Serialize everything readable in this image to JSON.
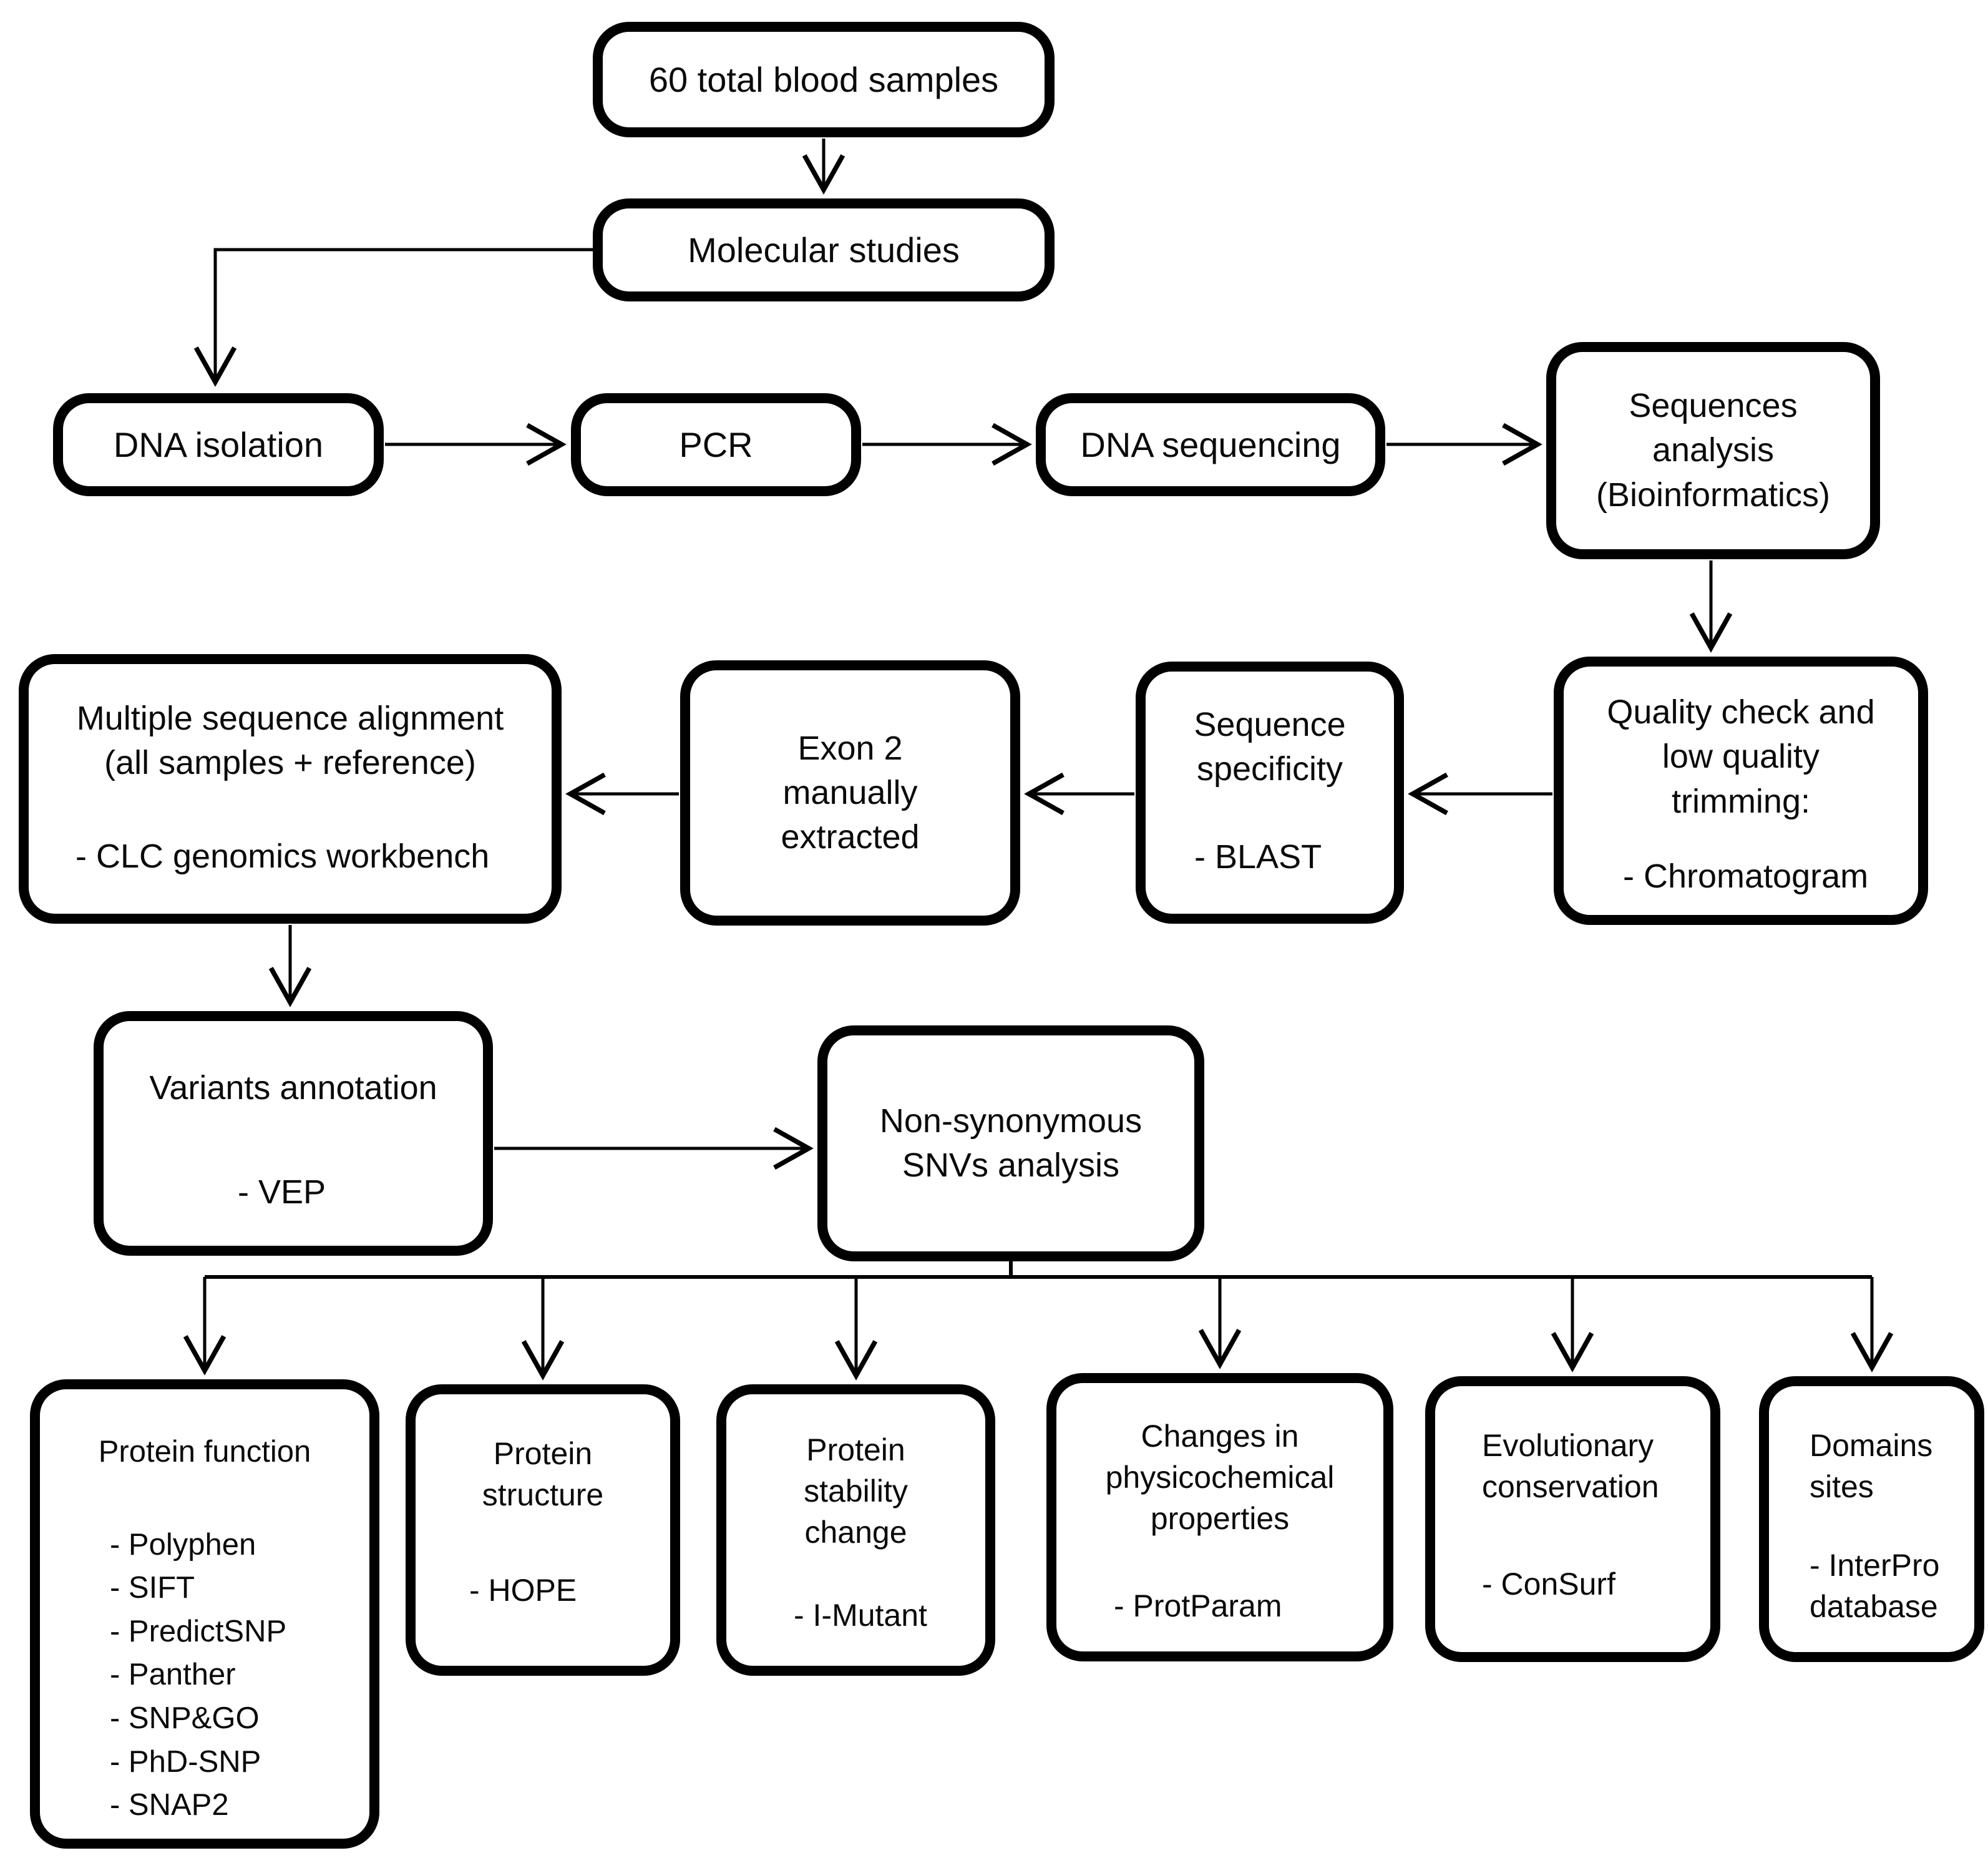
{
  "nodes": {
    "samples": {
      "title": [
        "60 total blood samples"
      ]
    },
    "molecular": {
      "title": [
        "Molecular studies"
      ]
    },
    "dna_isolation": {
      "title": [
        "DNA isolation"
      ]
    },
    "pcr": {
      "title": [
        "PCR"
      ]
    },
    "dna_sequencing": {
      "title": [
        "DNA sequencing"
      ]
    },
    "seq_analysis": {
      "title": [
        "Sequences",
        "analysis",
        "(Bioinformatics)"
      ]
    },
    "quality_check": {
      "title": [
        "Quality check and",
        "low quality",
        "trimming:"
      ],
      "tools": [
        "- Chromatogram"
      ]
    },
    "seq_specificity": {
      "title": [
        "Sequence",
        "specificity"
      ],
      "tools": [
        "- BLAST"
      ]
    },
    "exon2": {
      "title": [
        "Exon 2",
        "manually",
        "extracted"
      ]
    },
    "msa": {
      "title": [
        "Multiple sequence alignment",
        "(all samples + reference)"
      ],
      "tools": [
        "- CLC genomics workbench"
      ]
    },
    "variants": {
      "title": [
        "Variants annotation"
      ],
      "tools": [
        "- VEP"
      ]
    },
    "nonsyn_snvs": {
      "title": [
        "Non-synonymous",
        "SNVs analysis"
      ]
    },
    "protein_function": {
      "title": [
        "Protein function"
      ],
      "tools": [
        "- Polyphen",
        "- SIFT",
        "- PredictSNP",
        "- Panther",
        "- SNP&GO",
        "- PhD-SNP",
        "- SNAP2"
      ]
    },
    "protein_structure": {
      "title": [
        "Protein",
        "structure"
      ],
      "tools": [
        "- HOPE"
      ]
    },
    "protein_stability": {
      "title": [
        "Protein",
        "stability",
        "change"
      ],
      "tools": [
        "- I-Mutant"
      ]
    },
    "physicochemical": {
      "title": [
        "Changes in",
        "physicochemical",
        "properties"
      ],
      "tools": [
        "- ProtParam"
      ]
    },
    "evolutionary": {
      "title": [
        "Evolutionary",
        "conservation"
      ],
      "tools": [
        "- ConSurf"
      ]
    },
    "domains": {
      "title": [
        "Domains",
        "sites"
      ],
      "tools": [
        "- InterPro",
        "database"
      ]
    }
  },
  "colors": {
    "background": "#ffffff",
    "ink": "#000000"
  }
}
